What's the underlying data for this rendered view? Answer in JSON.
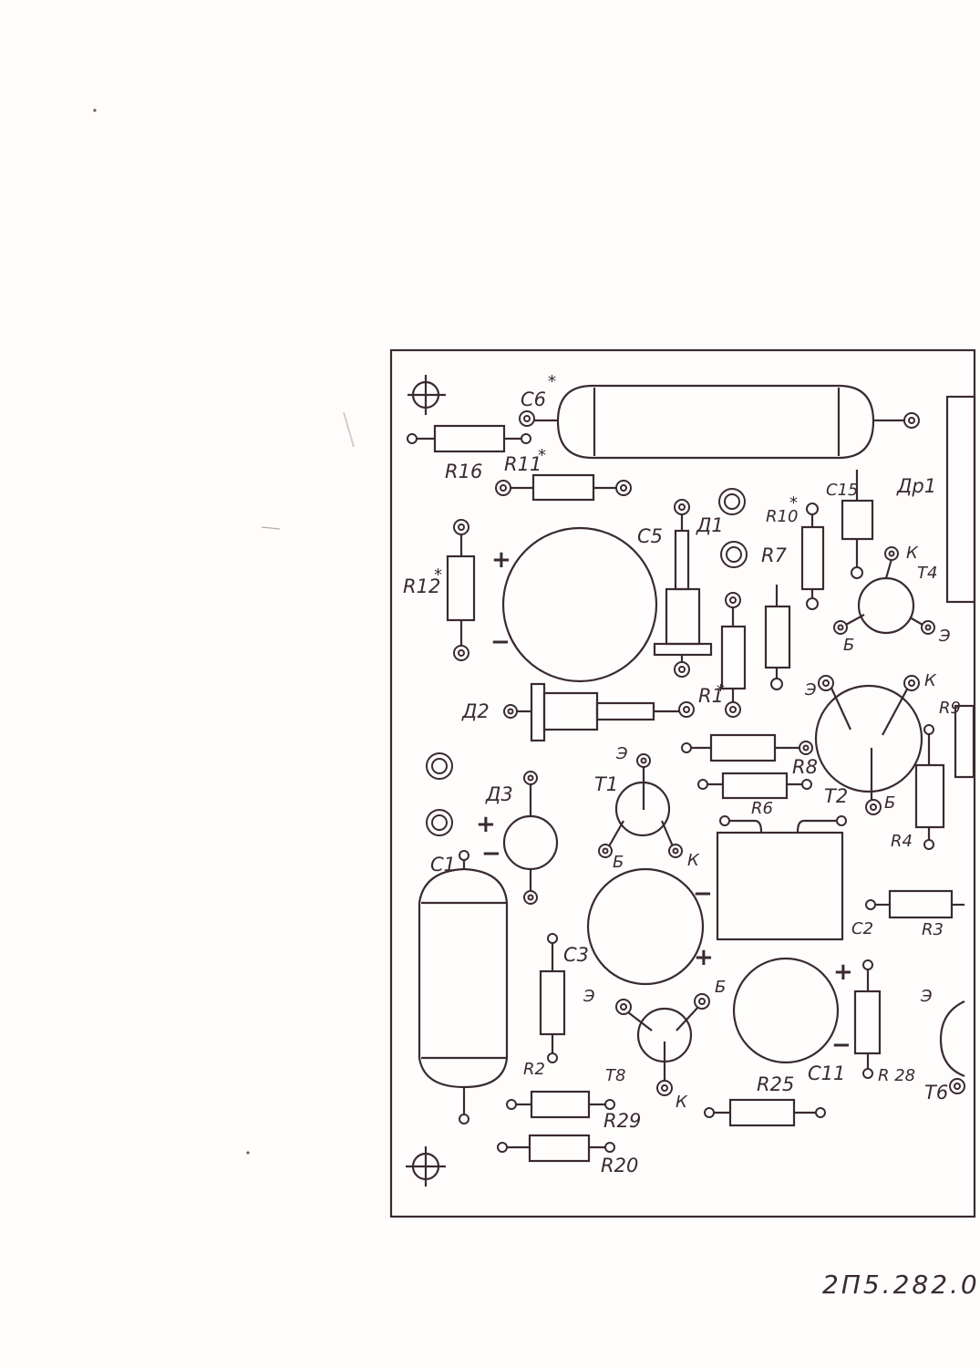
{
  "drawing_number": "2П5.282.0",
  "labels": {
    "C6": "C6",
    "C6_star": "*",
    "R16": "R16",
    "R11": "R11",
    "R11_star": "*",
    "C15": "C15",
    "Dr1": "Др1",
    "R10": "R10",
    "R10_star": "*",
    "C5": "C5",
    "D1": "Д1",
    "R7": "R7",
    "R12": "R12",
    "R12_star": "*",
    "T4": "T4",
    "T4_k": "К",
    "T4_b": "Б",
    "T4_e": "Э",
    "D2": "Д2",
    "R1": "R1",
    "R1_star": "*",
    "T2_e": "Э",
    "T2_k": "К",
    "T2_b": "Б",
    "T2": "T2",
    "R9": "R9",
    "R8": "R8",
    "R6": "R6",
    "D3": "Д3",
    "T1": "T1",
    "T1_e": "Э",
    "T1_b": "Б",
    "T1_k": "К",
    "R4": "R4",
    "C1": "C1",
    "C2": "C2",
    "R3": "R3",
    "C3": "C3",
    "T8_e": "Э",
    "T8_b": "Б",
    "T8_k": "К",
    "T8": "T8",
    "C11": "C11",
    "R28": "R 28",
    "T6_e": "Э",
    "T6": "T6",
    "R2": "R2",
    "R25": "R25",
    "R29": "R29",
    "R20": "R20"
  },
  "polarity": {
    "plus": "+",
    "minus": "−"
  }
}
